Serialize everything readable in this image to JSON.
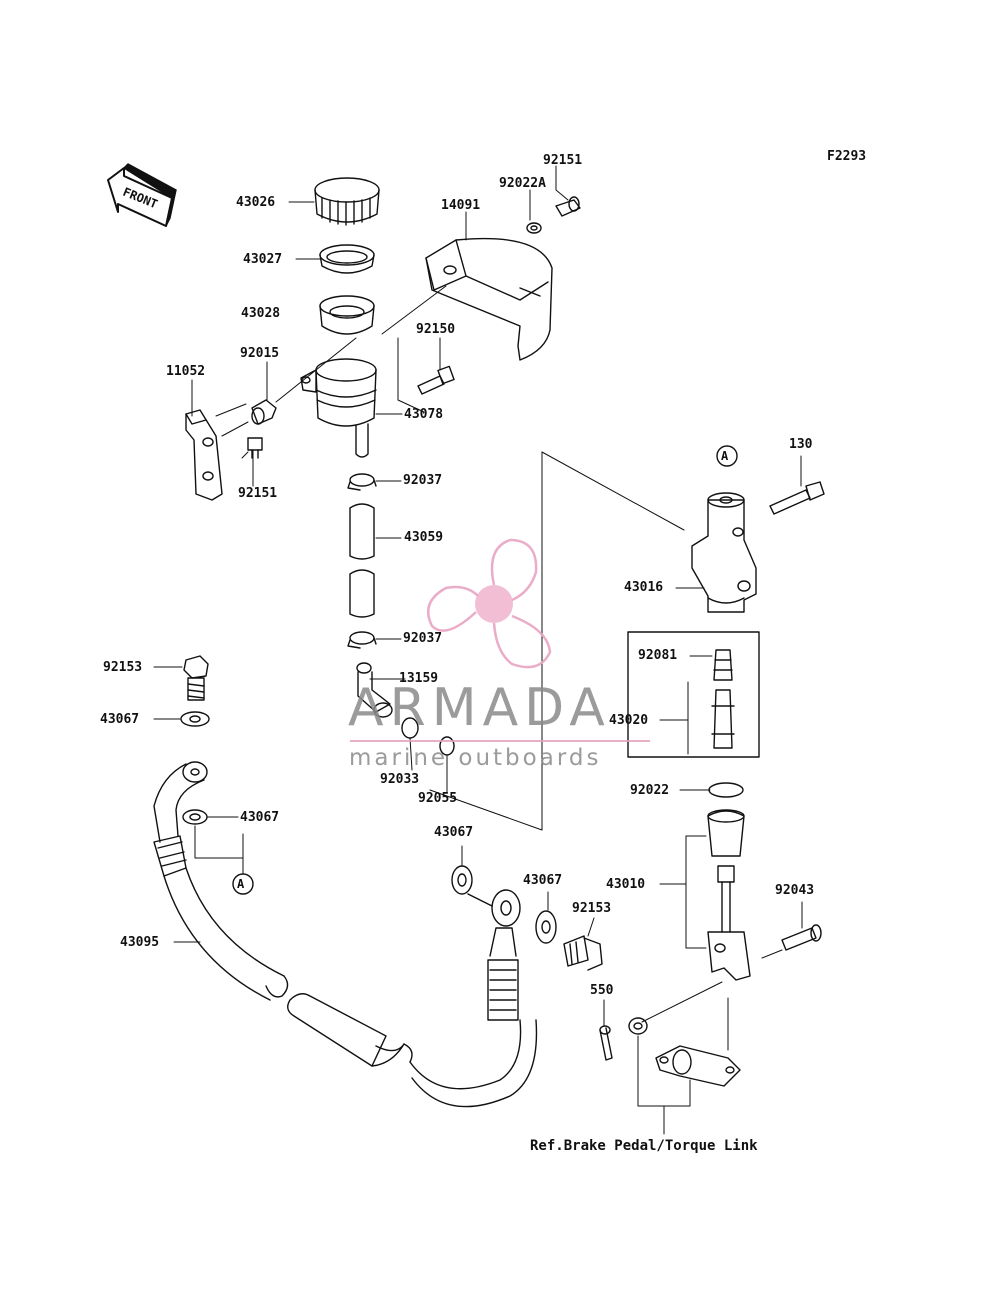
{
  "figure_code": "F2293",
  "front_label": "FRONT",
  "reference_note": "Ref.Brake Pedal/Torque Link",
  "ref_marker": "A",
  "parts": {
    "p43026": "43026",
    "p43027": "43027",
    "p43028": "43028",
    "p92015": "92015",
    "p11052": "11052",
    "p92151_top": "92151",
    "p92022a": "92022A",
    "p14091": "14091",
    "p92150": "92150",
    "p43078": "43078",
    "p92151_bracket": "92151",
    "p92037_upper": "92037",
    "p43059": "43059",
    "p92037_lower": "92037",
    "p13159": "13159",
    "p92033": "92033",
    "p92055": "92055",
    "p130": "130",
    "p43016": "43016",
    "p92081": "92081",
    "p43020": "43020",
    "p92022": "92022",
    "p43010": "43010",
    "p92043": "92043",
    "p92153_left": "92153",
    "p43067_a": "43067",
    "p43067_b": "43067",
    "p43095": "43095",
    "p43067_c": "43067",
    "p43067_d": "43067",
    "p92153_right": "92153",
    "p550": "550"
  },
  "watermark": {
    "title": "ARMADA",
    "subtitle": "marine outboards",
    "colors": {
      "logo": "#e8a4c2",
      "text": "#8a8a8a"
    }
  },
  "colors": {
    "line": "#111111",
    "background": "#ffffff"
  }
}
